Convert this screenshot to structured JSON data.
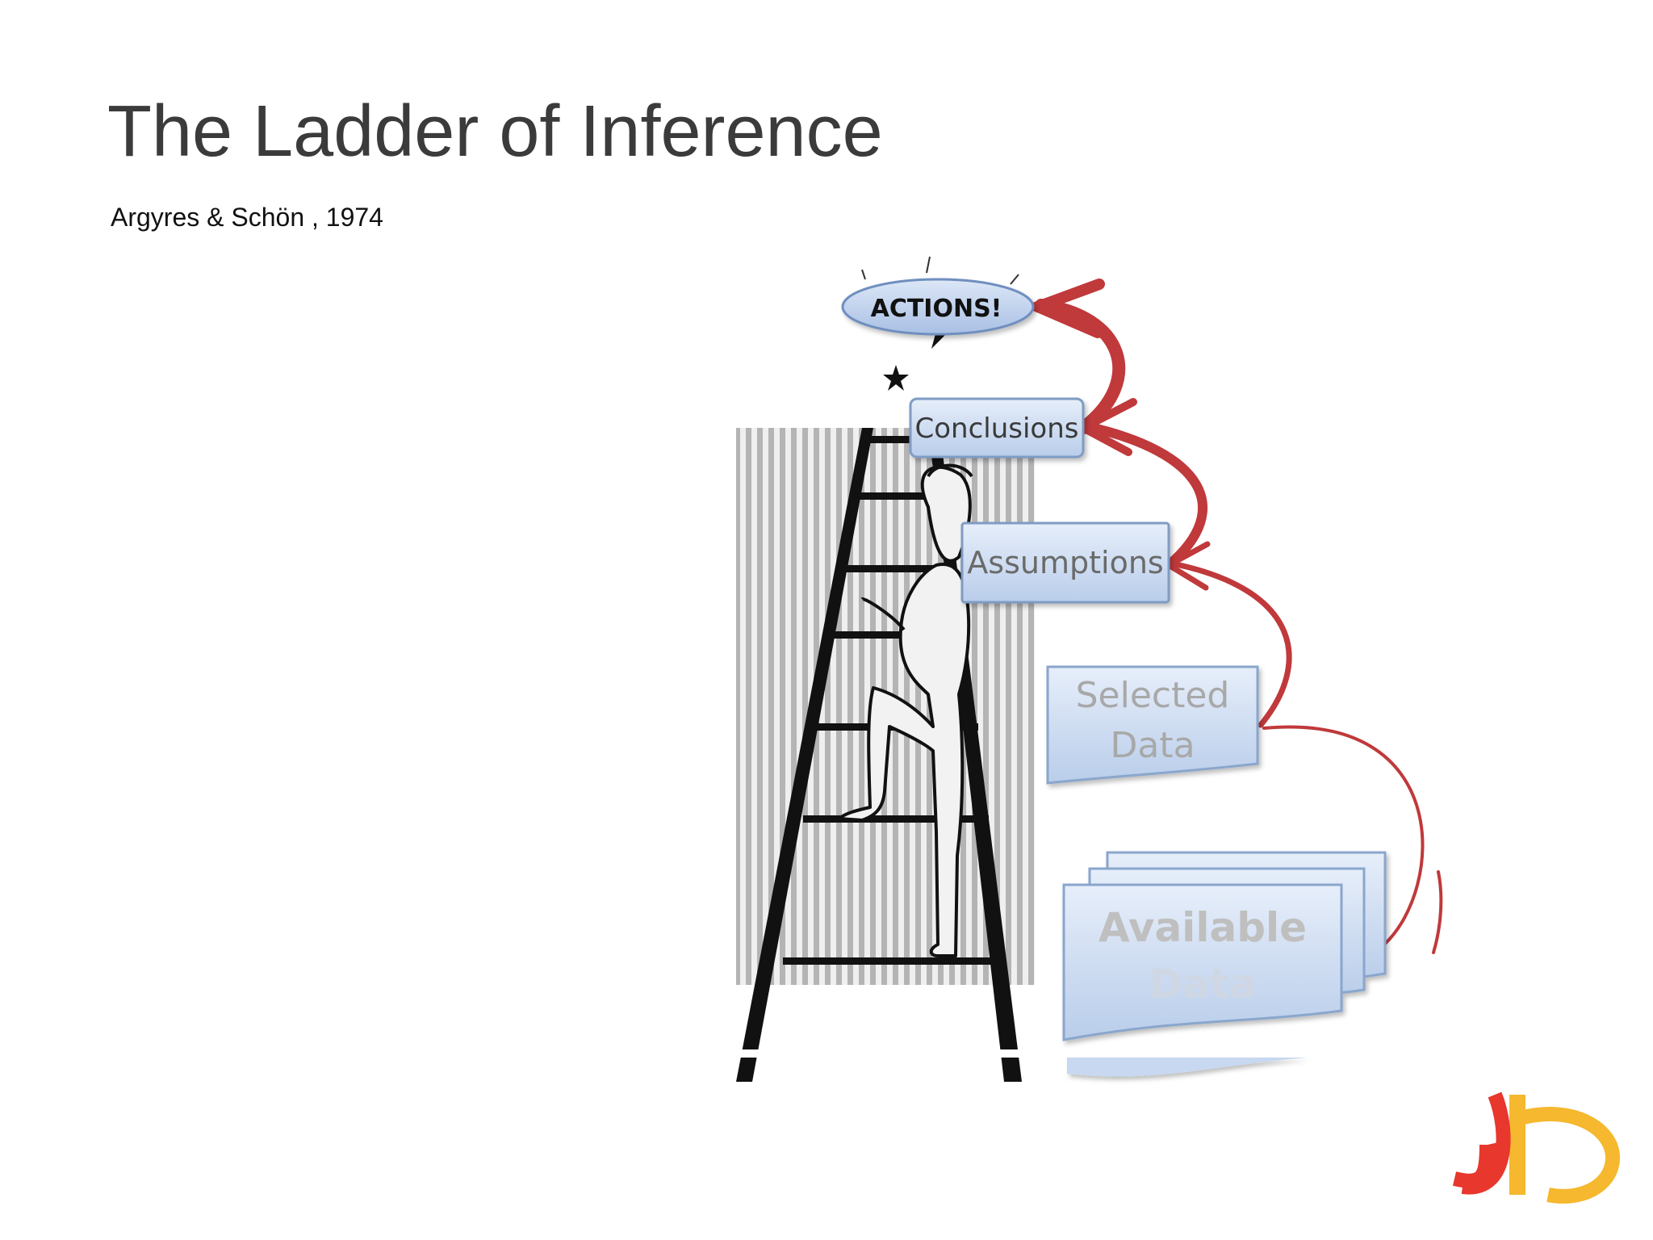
{
  "title": "The Ladder of Inference",
  "subtitle": "Argyres & Schön , 1974",
  "diagram": {
    "steps": {
      "actions": "ACTIONS!",
      "conclusions": "Conclusions",
      "assumptions": "Assumptions",
      "selected_data_line1": "Selected",
      "selected_data_line2": "Data",
      "available_data_line1": "Available",
      "available_data_line2": "Data"
    },
    "arrow_color": "#c0393b",
    "box_fill": "#c7d8f0",
    "box_border": "#7f9cc4"
  },
  "logo": {
    "colors": [
      "#e8372c",
      "#f5b82e"
    ]
  }
}
